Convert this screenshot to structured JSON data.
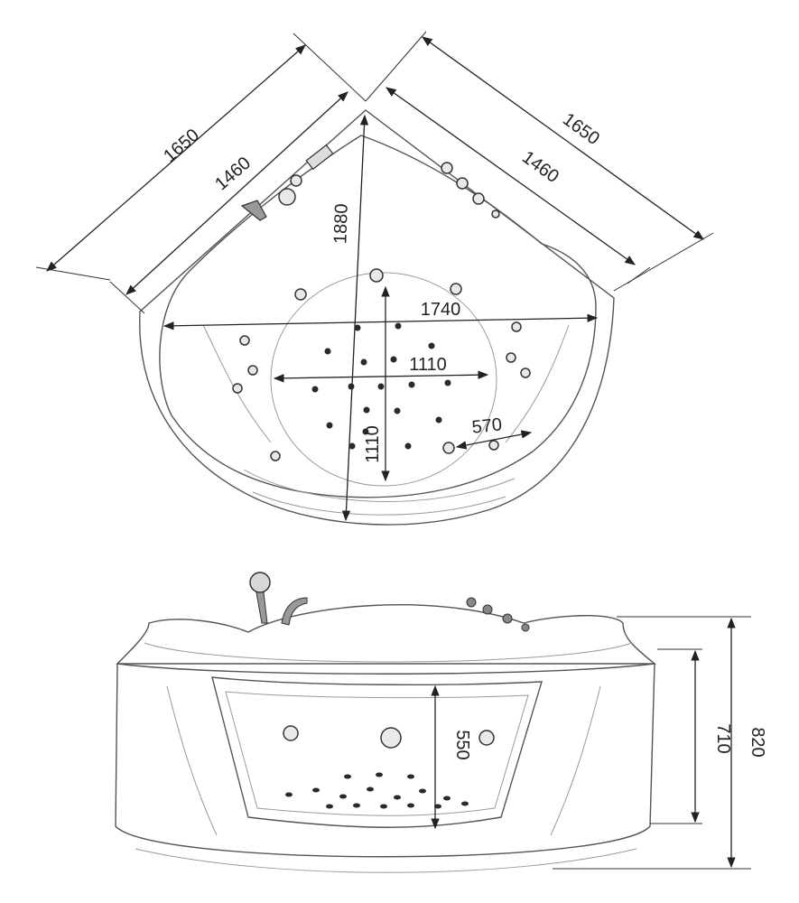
{
  "colors": {
    "line": "#222222",
    "outline": "#555555",
    "background": "#ffffff"
  },
  "top_view": {
    "dimensions": {
      "left_outer": "1650",
      "left_inner": "1460",
      "right_outer": "1650",
      "right_inner": "1460",
      "depth": "1880",
      "width": "1740",
      "basin_width": "1110",
      "basin_depth": "1110",
      "seat": "570"
    }
  },
  "front_view": {
    "dimensions": {
      "inner_depth": "550",
      "apron_height": "710",
      "total_height": "820"
    }
  }
}
